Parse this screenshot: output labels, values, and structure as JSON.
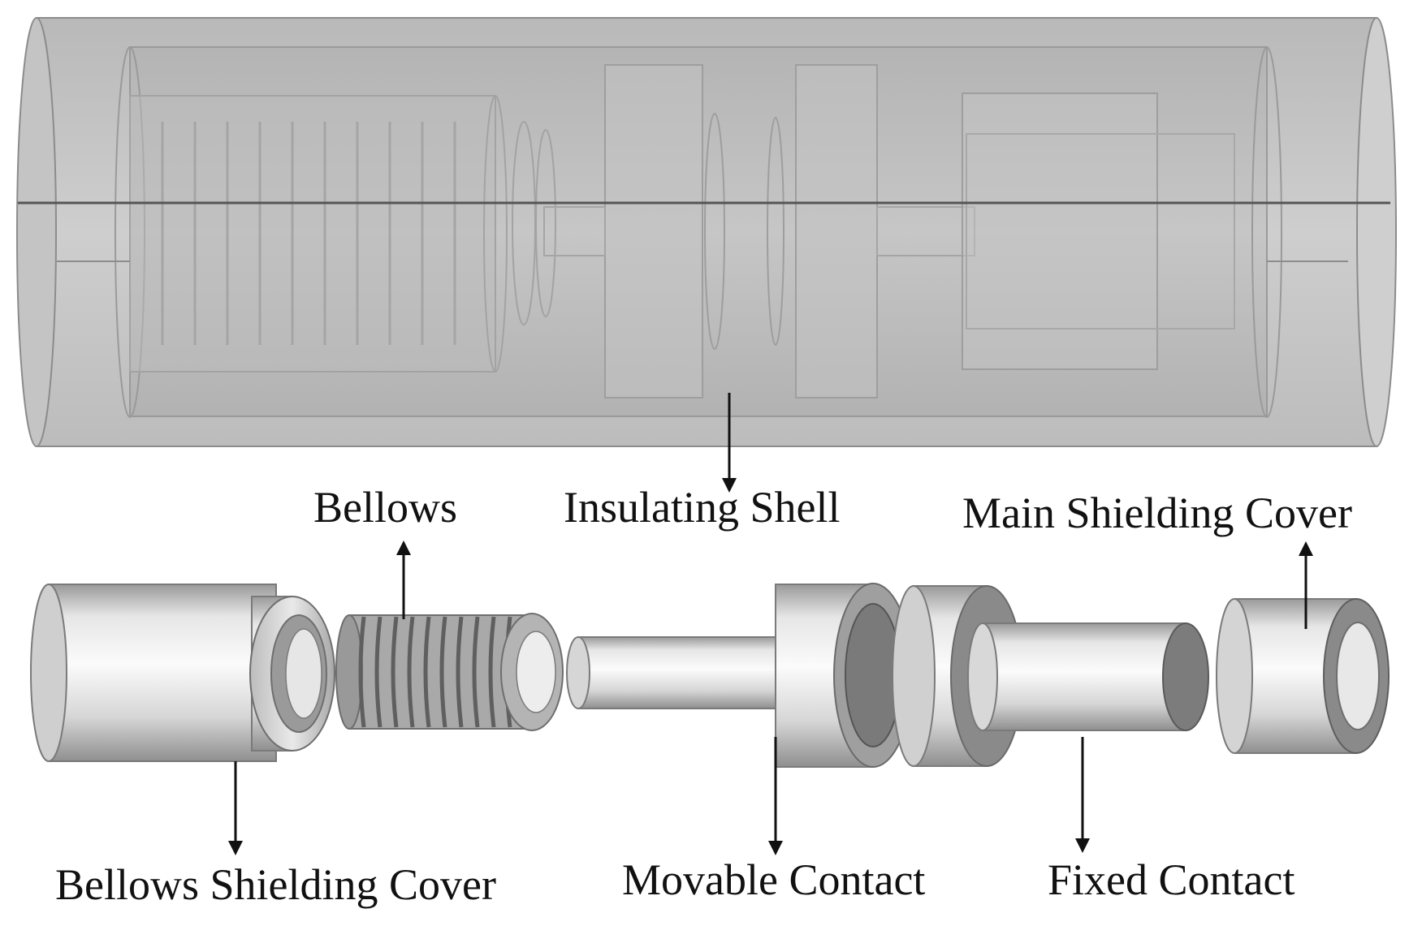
{
  "labels": {
    "insulating_shell": "Insulating Shell",
    "bellows": "Bellows",
    "main_shielding_cover": "Main Shielding Cover",
    "bellows_shielding_cover": "Bellows Shielding Cover",
    "movable_contact": "Movable Contact",
    "fixed_contact": "Fixed Contact"
  },
  "colors": {
    "shell_fill": "#c8c8c8",
    "shell_edge": "#8c8c8c",
    "metal_light": "#f2f2f2",
    "metal_mid": "#bdbdbd",
    "metal_dark": "#7a7a7a",
    "arrow": "#111111"
  }
}
